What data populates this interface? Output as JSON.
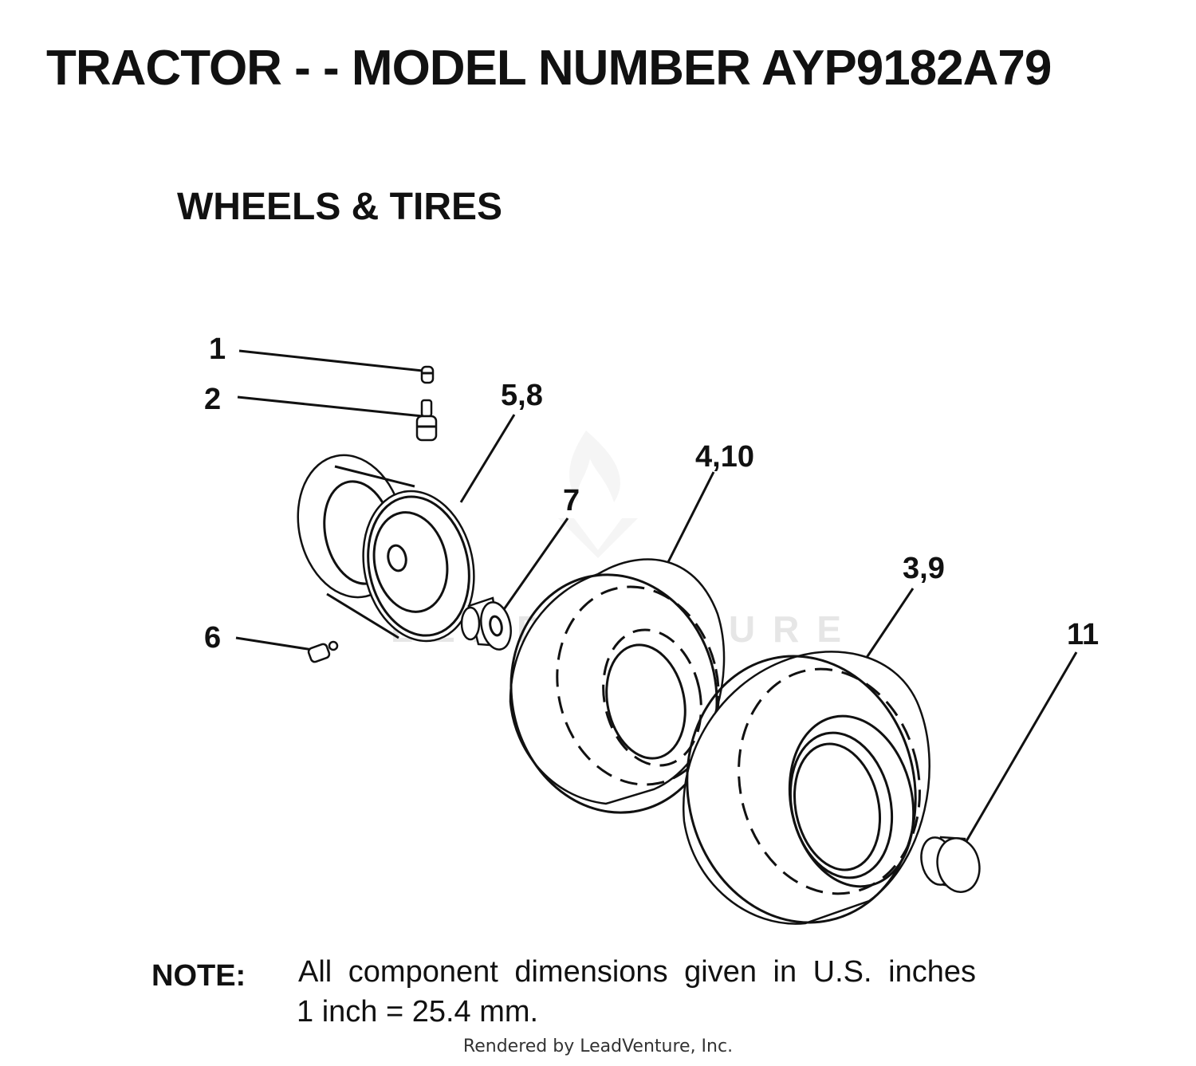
{
  "header": {
    "title": "TRACTOR - - MODEL NUMBER AYP9182A79",
    "subtitle": "WHEELS & TIRES"
  },
  "callouts": {
    "c1": "1",
    "c2": "2",
    "c58": "5,8",
    "c410": "4,10",
    "c7": "7",
    "c39": "3,9",
    "c6": "6",
    "c11": "11"
  },
  "note": {
    "label": "NOTE:",
    "line1": "All component dimensions given in U.S. inches",
    "line2": "1 inch = 25.4 mm."
  },
  "watermark": {
    "text": "LEADVENTURE"
  },
  "footer": {
    "text": "Rendered by LeadVenture, Inc."
  }
}
